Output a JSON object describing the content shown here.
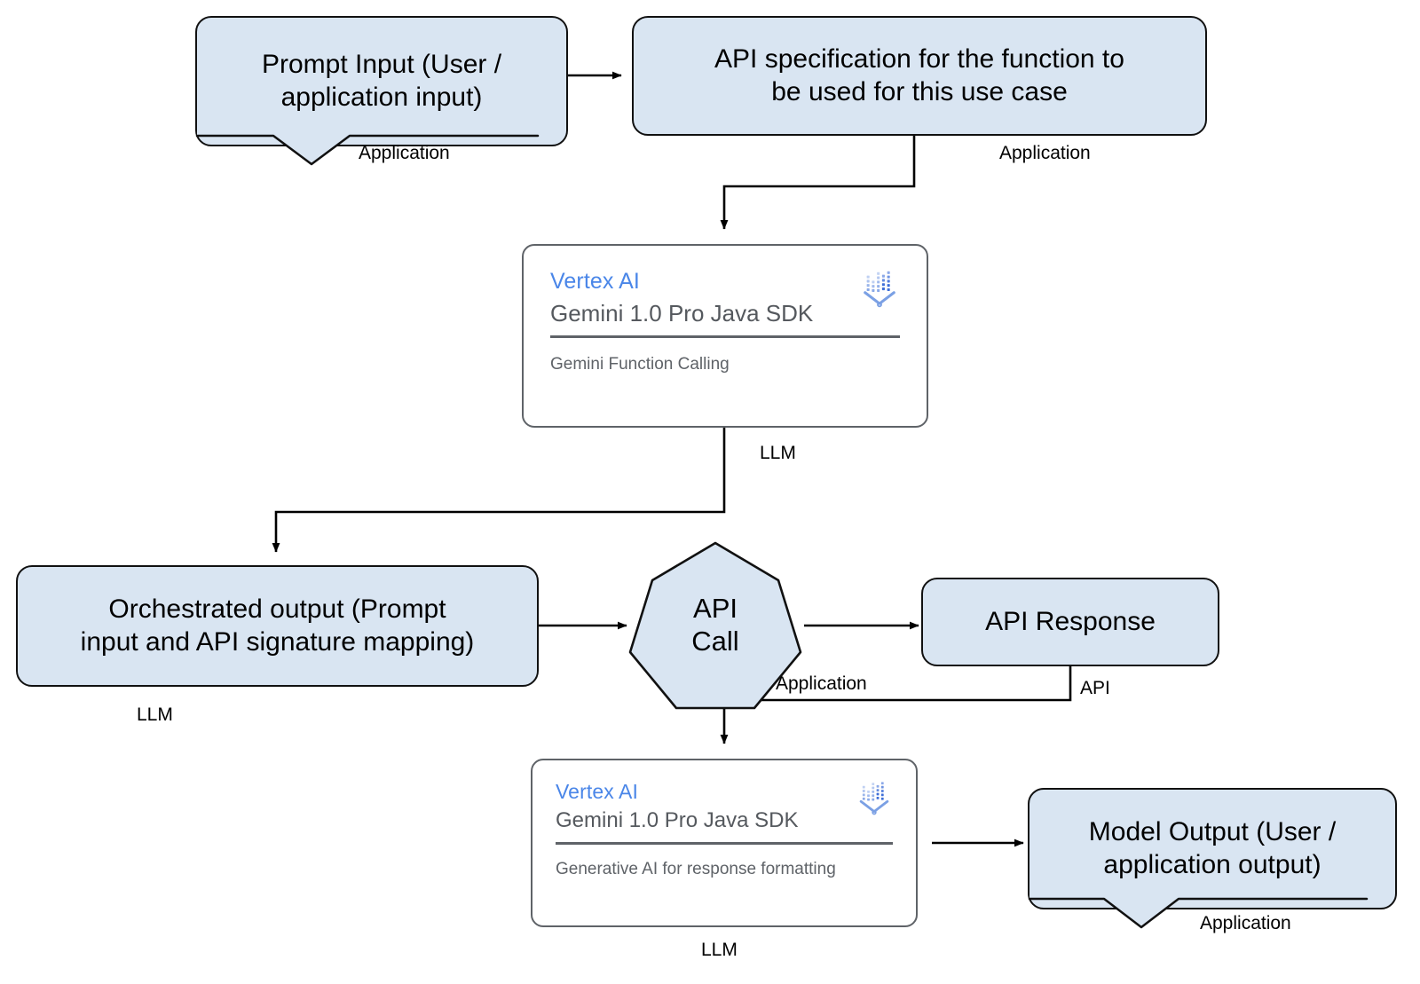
{
  "diagram": {
    "title": "Gemini Function Calling flow",
    "colors": {
      "box_fill": "#d9e5f2",
      "box_stroke": "#111111",
      "card_stroke": "#5f6368",
      "vertex_blue": "#4a86e8",
      "card_text": "#5f6368",
      "edge": "#000000",
      "background": "#ffffff"
    }
  },
  "nodes": {
    "prompt_input": {
      "label": "Prompt Input (User /\napplication input)",
      "annotation": "Application",
      "shape": "callout"
    },
    "api_spec": {
      "label": "API specification for the function to\nbe used for this use case",
      "annotation": "Application",
      "shape": "rounded-rect"
    },
    "vertex_top": {
      "brand": "Vertex AI",
      "model": "Gemini 1.0 Pro Java SDK",
      "subtitle": "Gemini Function Calling",
      "annotation": "LLM",
      "icon": "vertex-ai-icon",
      "shape": "card"
    },
    "orchestrated_output": {
      "label": "Orchestrated output (Prompt\ninput and API signature mapping)",
      "annotation": "LLM",
      "shape": "rounded-rect"
    },
    "api_call": {
      "label": "API\nCall",
      "annotation": "Application",
      "shape": "heptagon"
    },
    "api_response": {
      "label": "API Response",
      "annotation": "API",
      "shape": "rounded-rect"
    },
    "vertex_bottom": {
      "brand": "Vertex AI",
      "model": "Gemini 1.0 Pro Java SDK",
      "subtitle": "Generative AI for response formatting",
      "annotation": "LLM",
      "icon": "vertex-ai-icon",
      "shape": "card"
    },
    "model_output": {
      "label": "Model Output (User /\napplication output)",
      "annotation": "Application",
      "shape": "callout"
    }
  },
  "edges": [
    {
      "id": "e1",
      "from": "prompt_input",
      "to": "api_spec",
      "style": "straight-right"
    },
    {
      "id": "e2",
      "from": "api_spec",
      "to": "vertex_top",
      "style": "elbow-down-left-down"
    },
    {
      "id": "e3",
      "from": "vertex_top",
      "to": "orchestrated_output",
      "style": "elbow-down-left-down"
    },
    {
      "id": "e4",
      "from": "orchestrated_output",
      "to": "api_call",
      "style": "straight-right"
    },
    {
      "id": "e5",
      "from": "api_call",
      "to": "api_response",
      "style": "straight-right"
    },
    {
      "id": "e6",
      "from": "api_response",
      "to": "vertex_bottom",
      "style": "elbow-down-left-down"
    },
    {
      "id": "e7",
      "from": "vertex_bottom",
      "to": "model_output",
      "style": "straight-right"
    }
  ]
}
